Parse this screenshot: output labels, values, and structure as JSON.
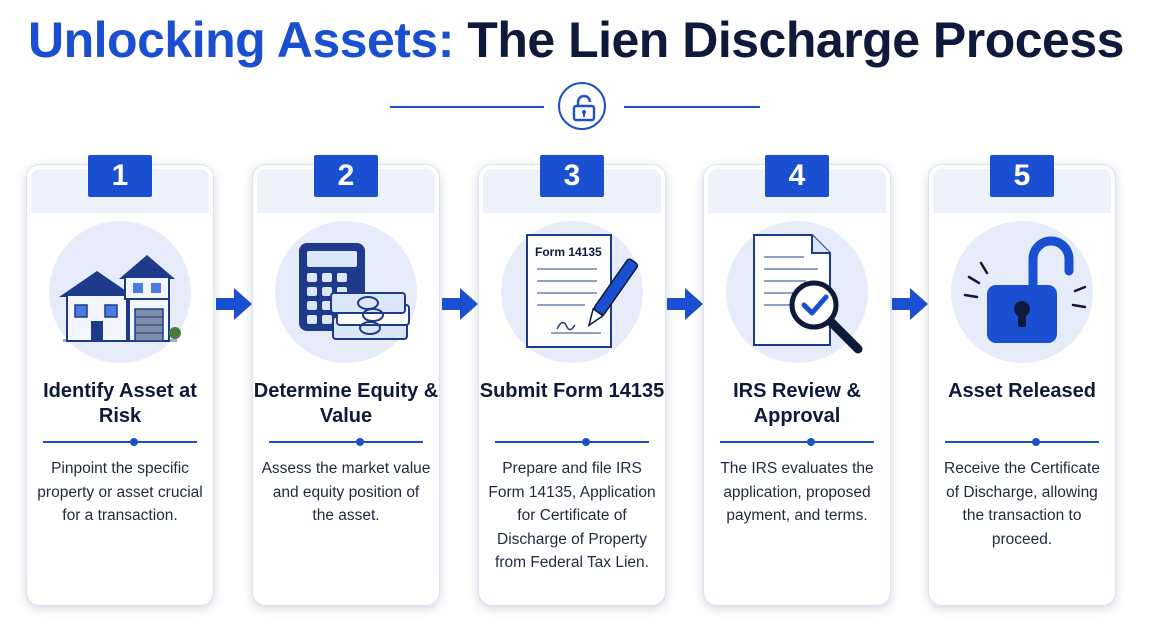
{
  "title": {
    "part1": "Unlocking Assets:",
    "part2": "The Lien Discharge Process"
  },
  "colors": {
    "accent": "#1a4fd1",
    "dark": "#0d1a3a",
    "icon_bg": "#e6ecfa"
  },
  "header_icon": "unlock-icon",
  "steps": [
    {
      "number": "1",
      "heading": "Identify Asset at Risk",
      "description": "Pinpoint the specific property or asset crucial for a transaction.",
      "icon": "house-icon"
    },
    {
      "number": "2",
      "heading": "Determine Equity & Value",
      "description": "Assess the market value and equity position of the asset.",
      "icon": "calculator-cash-icon"
    },
    {
      "number": "3",
      "heading": "Submit Form 14135",
      "description": "Prepare and file IRS Form 14135, Application for Certificate of Discharge of Property from Federal Tax Lien.",
      "icon": "form-pen-icon",
      "form_label": "Form 14135"
    },
    {
      "number": "4",
      "heading": "IRS Review & Approval",
      "description": "The IRS evaluates the application, proposed payment, and terms.",
      "icon": "document-magnifier-icon"
    },
    {
      "number": "5",
      "heading": "Asset Released",
      "description": "Receive the Certificate of Discharge, allowing the transaction to proceed.",
      "icon": "open-padlock-icon"
    }
  ]
}
